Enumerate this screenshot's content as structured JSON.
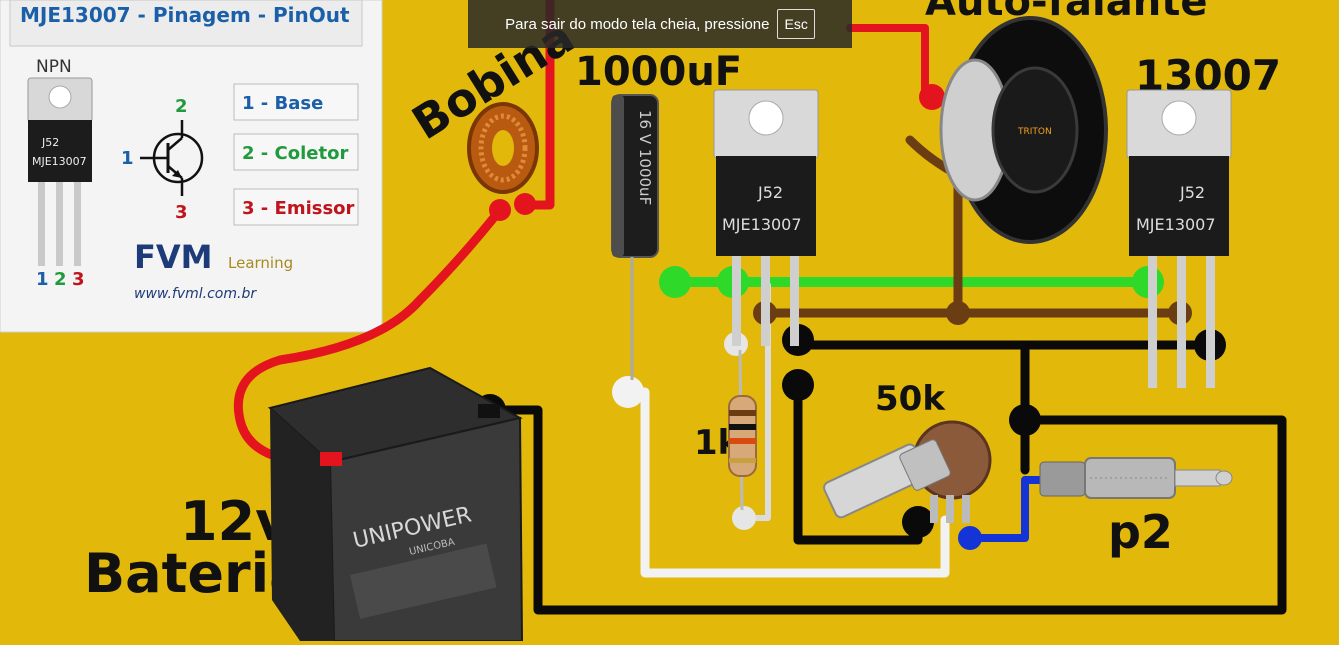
{
  "panel": {
    "title": "MJE13007 - Pinagem - PinOut",
    "npn_label": "NPN",
    "part_code": "J52",
    "part_name": "MJE13007",
    "pins": [
      "1",
      "2",
      "3"
    ],
    "symbol_pins": {
      "base": "1",
      "collector": "2",
      "emitter": "3"
    },
    "legend": [
      {
        "text": "1 - Base",
        "color": "#1a5fa8"
      },
      {
        "text": "2 - Coletor",
        "color": "#1f9a3c"
      },
      {
        "text": "3 - Emissor",
        "color": "#c0141c"
      }
    ],
    "brand": "FVM",
    "brand_sub": "Learning",
    "url": "www.fvml.com.br"
  },
  "labels": {
    "bobina": "Bobina",
    "capacitor": "1000uF",
    "cap_body": "16 V 1000uF",
    "speaker": "Auto-falante",
    "speaker_brand": "TRITON",
    "transistor_right": "13007",
    "transistor_mark": "J52",
    "transistor_name": "MJE13007",
    "resistor": "1k",
    "pot": "50k",
    "jack": "p2",
    "battery_voltage": "12v",
    "battery_label": "Bateria",
    "battery_brand": "UNIPOWER",
    "battery_sub": "UNICOBA"
  },
  "fullscreen_notice": {
    "message": "Para sair do modo tela cheia, pressione",
    "key": "Esc"
  },
  "colors": {
    "background": "#e2b80a",
    "wire_red": "#e3141e",
    "wire_green": "#2fd92a",
    "wire_brown": "#6b3d12",
    "wire_black": "#0a0a0a",
    "wire_white": "#f2f2f2",
    "wire_blue": "#1434d8"
  }
}
